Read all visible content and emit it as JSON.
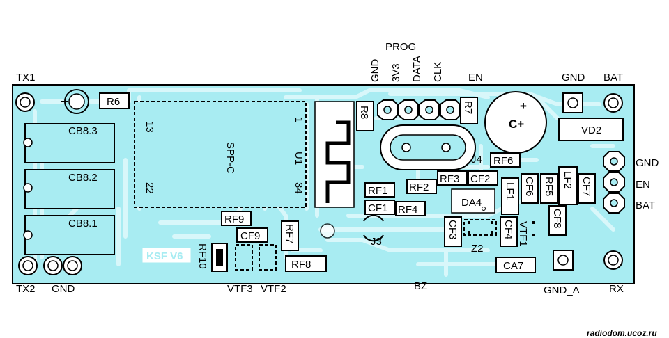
{
  "colors": {
    "board": "#a8ecf2",
    "trace": "#d8f7fa",
    "ink": "#000000",
    "label_bg": "#ffffff"
  },
  "prog": {
    "title": "PROG",
    "pins": [
      "GND",
      "3V3",
      "DATA",
      "CLK"
    ]
  },
  "pads": {
    "tx1": "TX1",
    "tx2": "TX2",
    "gnd_bottom": "GND",
    "en_top": "EN",
    "gnd_top": "GND",
    "bat_top": "BAT",
    "gnd_a": "GND_A",
    "rx": "RX",
    "right_gnd": "GND",
    "right_en": "EN",
    "right_bat": "BAT",
    "vtf3": "VTF3",
    "vtf2": "VTF2",
    "bz": "BZ"
  },
  "components": {
    "r6": "R6",
    "r8": "R8",
    "r7": "R7",
    "cb83": "CB8.3",
    "cb82": "CB8.2",
    "cb81": "CB8.1",
    "u1": "U1",
    "sppc": "SPP-C",
    "pin13": "13",
    "pin1": "1",
    "pin22": "22",
    "pin34": "34",
    "cplus": "C+",
    "vd2": "VD2",
    "j4": "J4",
    "rf6": "RF6",
    "rf3": "RF3",
    "cf2": "CF2",
    "rf2": "RF2",
    "rf1": "RF1",
    "cf1": "CF1",
    "rf4": "RF4",
    "da4": "DA4",
    "lf1": "LF1",
    "cf6": "CF6",
    "rf5": "RF5",
    "lf2": "LF2",
    "cf7": "CF7",
    "cf8": "CF8",
    "cf3": "CF3",
    "cf4": "CF4",
    "vtf1": "VTF1",
    "z2": "Z2",
    "j3": "J3",
    "rf9": "RF9",
    "cf9": "CF9",
    "rf7b": "RF7",
    "rf10": "RF10",
    "rf8": "RF8",
    "ca7": "CA7",
    "ksf": "KSF V6"
  },
  "watermark": "radiodom.ucoz.ru"
}
